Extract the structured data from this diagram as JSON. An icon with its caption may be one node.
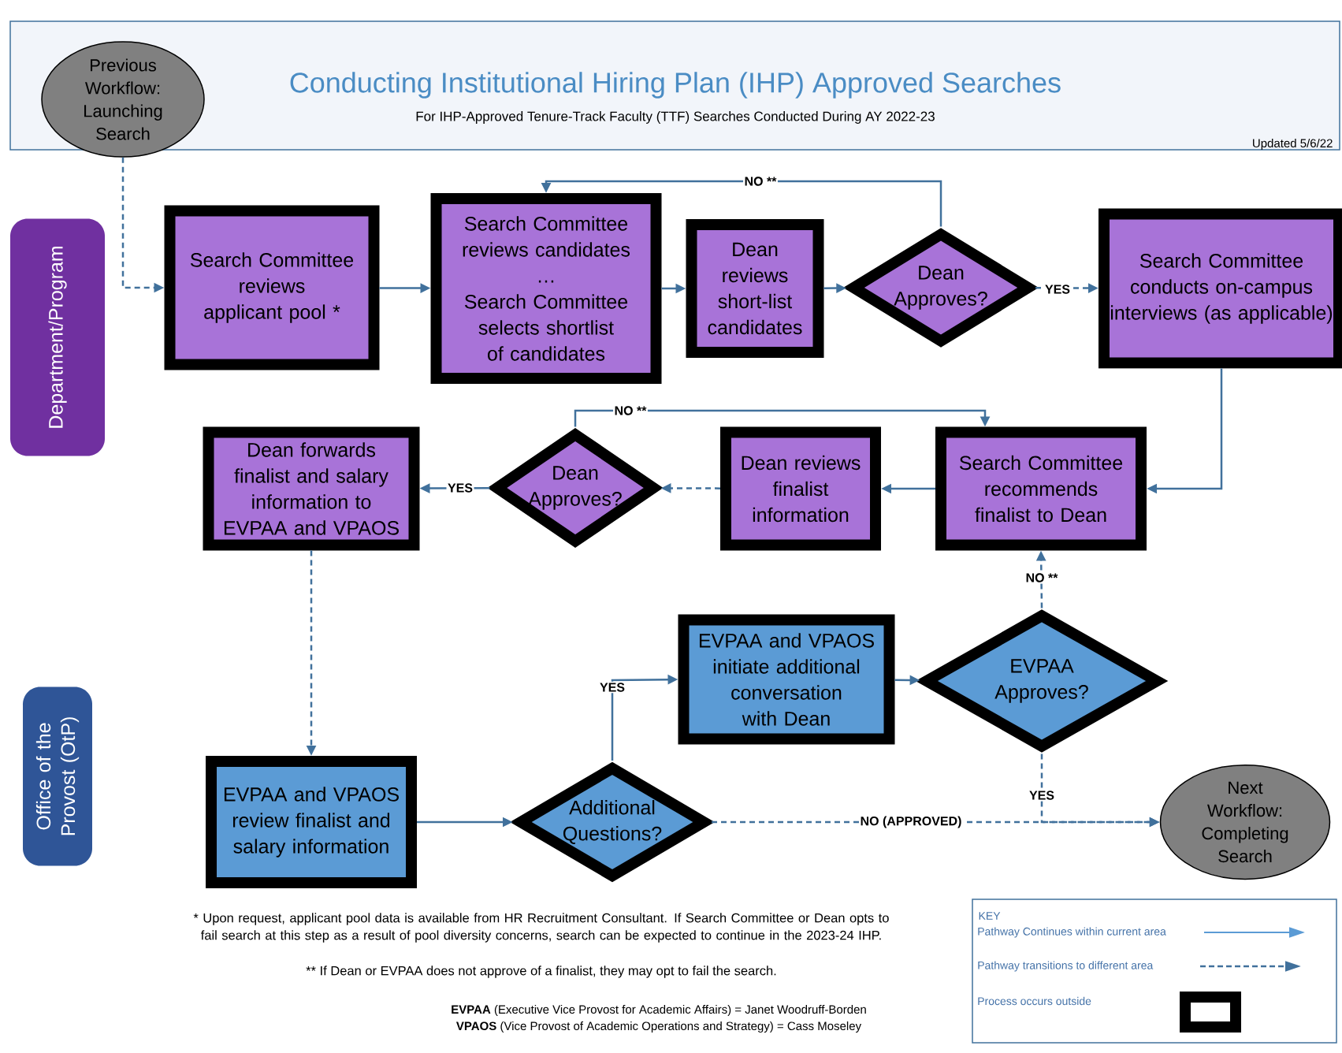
{
  "diagram": {
    "title": "Conducting Institutional Hiring Plan (IHP) Approved Searches",
    "nodes": [
      {
        "text": [
          "Previous Workflow: Launching Search"
        ]
      },
      {
        "text": [
          "Department/Program"
        ]
      },
      {
        "text": [
          "Search Committee reviews applicant pool *"
        ]
      },
      {
        "text": [
          "Search Committee reviews candidates",
          "…",
          "Search Committee selects shortlist of candidates"
        ]
      },
      {
        "text": [
          "Dean reviews short-list candidates"
        ]
      },
      {
        "text": [
          "Dean Approves?"
        ]
      },
      {
        "text": [
          "Search Committee conducts on-campus interviews (as applicable)"
        ]
      },
      {
        "text": [
          "Dean forwards finalist and salary information to EVPAA and VPAOS"
        ]
      },
      {
        "text": [
          "Dean Approves?"
        ]
      },
      {
        "text": [
          "Dean reviews finalist information"
        ]
      },
      {
        "text": [
          "Search Committee recommends finalist to Dean"
        ]
      },
      {
        "text": [
          "Office of the Provost (OtP)"
        ]
      },
      {
        "text": [
          "EVPAA and VPAOS initiate additional conversation with Dean"
        ]
      },
      {
        "text": [
          "EVPAA Approves?"
        ]
      },
      {
        "text": [
          "EVPAA and VPAOS review finalist and salary information"
        ]
      },
      {
        "text": [
          "Additional Questions?"
        ]
      },
      {
        "text": [
          "Next Workflow: Completing Search"
        ]
      }
    ],
    "edges": [
      {
        "from": 0,
        "to": 2,
        "arrow": "to",
        "style": "dashed"
      },
      {
        "from": 2,
        "to": 3,
        "arrow": "to"
      },
      {
        "from": 3,
        "to": 4,
        "arrow": "to"
      },
      {
        "from": 4,
        "to": 5,
        "arrow": "to"
      },
      {
        "from": 5,
        "to": 3,
        "arrow": "to",
        "label": "NO **"
      },
      {
        "from": 5,
        "to": 6,
        "arrow": "to",
        "label": "YES",
        "style": "dashed"
      },
      {
        "from": 6,
        "to": 10,
        "arrow": "to"
      },
      {
        "from": 10,
        "to": 9,
        "arrow": "to"
      },
      {
        "from": 9,
        "to": 8,
        "arrow": "to",
        "style": "dashed"
      },
      {
        "from": 8,
        "to": 10,
        "arrow": "to",
        "label": "NO **"
      },
      {
        "from": 8,
        "to": 7,
        "arrow": "to",
        "label": "YES"
      },
      {
        "from": 7,
        "to": 14,
        "arrow": "to",
        "style": "dashed"
      },
      {
        "from": 14,
        "to": 15,
        "arrow": "to"
      },
      {
        "from": 15,
        "to": 12,
        "arrow": "to",
        "label": "YES"
      },
      {
        "from": 12,
        "to": 13,
        "arrow": "to"
      },
      {
        "from": 13,
        "to": 10,
        "arrow": "to",
        "label": "NO **",
        "style": "dashed"
      },
      {
        "from": 15,
        "to": 16,
        "arrow": "to",
        "label": "NO (APPROVED)",
        "style": "dashed"
      },
      {
        "from": 13,
        "to": 16,
        "arrow": "to",
        "label": "YES",
        "style": "dashed"
      }
    ],
    "labels": [
      "For IHP-Approved Tenure-Track Faculty (TTF) Searches Conducted During AY 2022-23",
      "Updated 5/6/22",
      "* Upon request, applicant pool data is available from HR Recruitment Consultant. If Search Committee or Dean opts to fail search at this step as a result of pool diversity concerns, search can be expected to continue in the 2023-24 IHP.",
      "** If Dean or EVPAA does not approve of a finalist, they may opt to fail the search.",
      "**EVPAA** (Executive Vice Provost for Academic Affairs) = Janet Woodruff-Borden",
      "**VPAOS** (Vice Provost of Academic Operations and Strategy) = Cass Moseley",
      "KEY"
    ],
    "legend": [
      {
        "text": "Pathway Continues within current area"
      },
      {
        "text": "Pathway transitions to different area"
      },
      {
        "text": "Process occurs outside"
      }
    ]
  }
}
